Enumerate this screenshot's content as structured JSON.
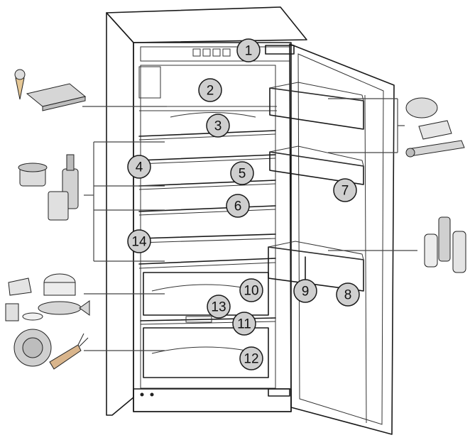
{
  "callouts": [
    {
      "id": "1",
      "label": "1"
    },
    {
      "id": "2",
      "label": "2"
    },
    {
      "id": "3",
      "label": "3"
    },
    {
      "id": "4",
      "label": "4"
    },
    {
      "id": "5",
      "label": "5"
    },
    {
      "id": "6",
      "label": "6"
    },
    {
      "id": "7",
      "label": "7"
    },
    {
      "id": "8",
      "label": "8"
    },
    {
      "id": "9",
      "label": "9"
    },
    {
      "id": "10",
      "label": "10"
    },
    {
      "id": "11",
      "label": "11"
    },
    {
      "id": "12",
      "label": "12"
    },
    {
      "id": "13",
      "label": "13"
    },
    {
      "id": "14",
      "label": "14"
    }
  ],
  "food_icons": [
    "ice-cream-cone-icon",
    "frozen-pack-icon",
    "jam-jar-icon",
    "bottle-icon",
    "canned-jar-icon",
    "cheese-icon",
    "fish-icon",
    "pot-icon",
    "yogurt-icon",
    "cabbage-icon",
    "carrot-icon",
    "butter-icon",
    "tube-icon",
    "milk-bottle-icon"
  ],
  "colors": {
    "line": "#1a1a1a",
    "badge_fill": "#cfcfcf",
    "food_fill": "#d8d8d8"
  }
}
